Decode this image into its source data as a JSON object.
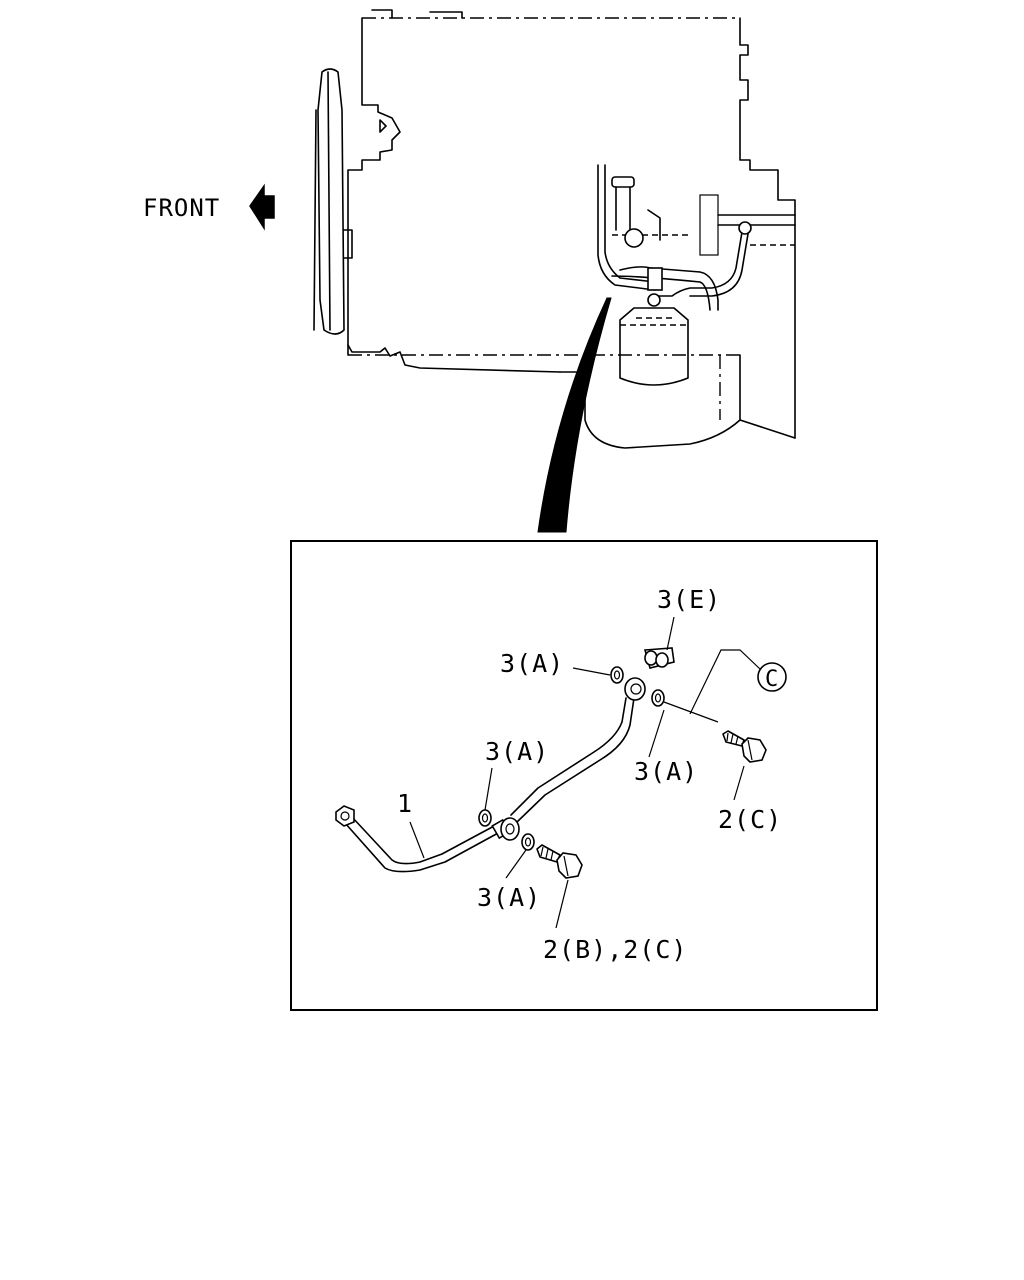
{
  "labels": {
    "front": "FRONT",
    "part_pipe": "1",
    "washer_upper_left": "3(A)",
    "clip": "3(E)",
    "washer_mid_left": "3(A)",
    "washer_right": "3(A)",
    "washer_lower": "3(A)",
    "bolt_right": "2(C)",
    "bolt_lower": "2(B),2(C)",
    "circle_callout": "C"
  }
}
